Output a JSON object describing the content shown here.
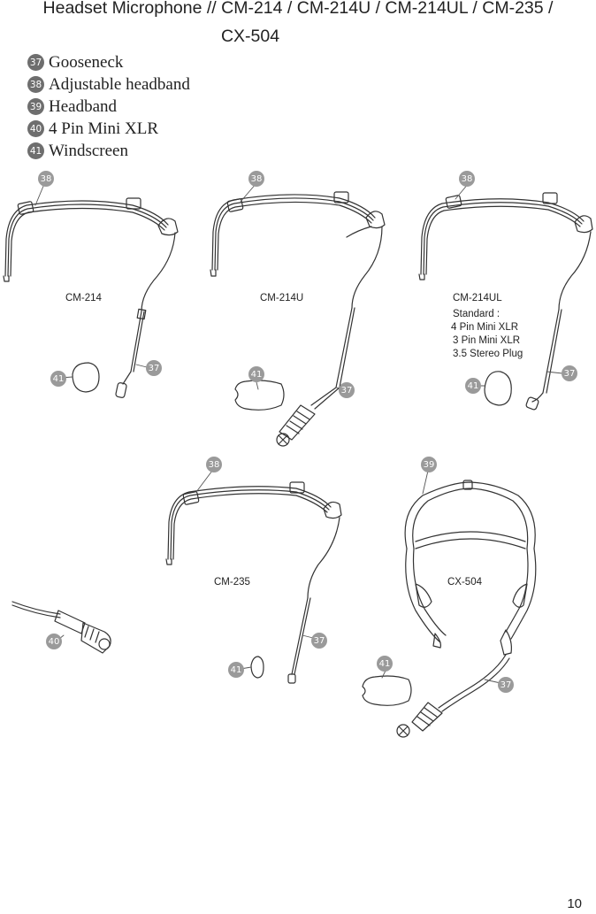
{
  "header": {
    "title_line1": "Headset Microphone // CM-214 / CM-214U / CM-214UL / CM-235 /",
    "title_line2": "CX-504"
  },
  "legend": [
    {
      "num": "37",
      "label": "Gooseneck"
    },
    {
      "num": "38",
      "label": "Adjustable headband"
    },
    {
      "num": "39",
      "label": "Headband"
    },
    {
      "num": "40",
      "label": "4 Pin Mini XLR"
    },
    {
      "num": "41",
      "label": "Windscreen"
    }
  ],
  "models": {
    "cm214": "CM-214",
    "cm214u": "CM-214U",
    "cm214ul": "CM-214UL",
    "cm214ul_standard": "Standard :",
    "cm214ul_opt1": "4 Pin Mini XLR",
    "cm214ul_opt2": "3 Pin Mini XLR",
    "cm214ul_opt3": "3.5 Stereo Plug",
    "cm235": "CM-235",
    "cx504": "CX-504"
  },
  "callouts": {
    "c38": "38",
    "c39": "39",
    "c37": "37",
    "c40": "40",
    "c41": "41"
  },
  "page_number": "10"
}
